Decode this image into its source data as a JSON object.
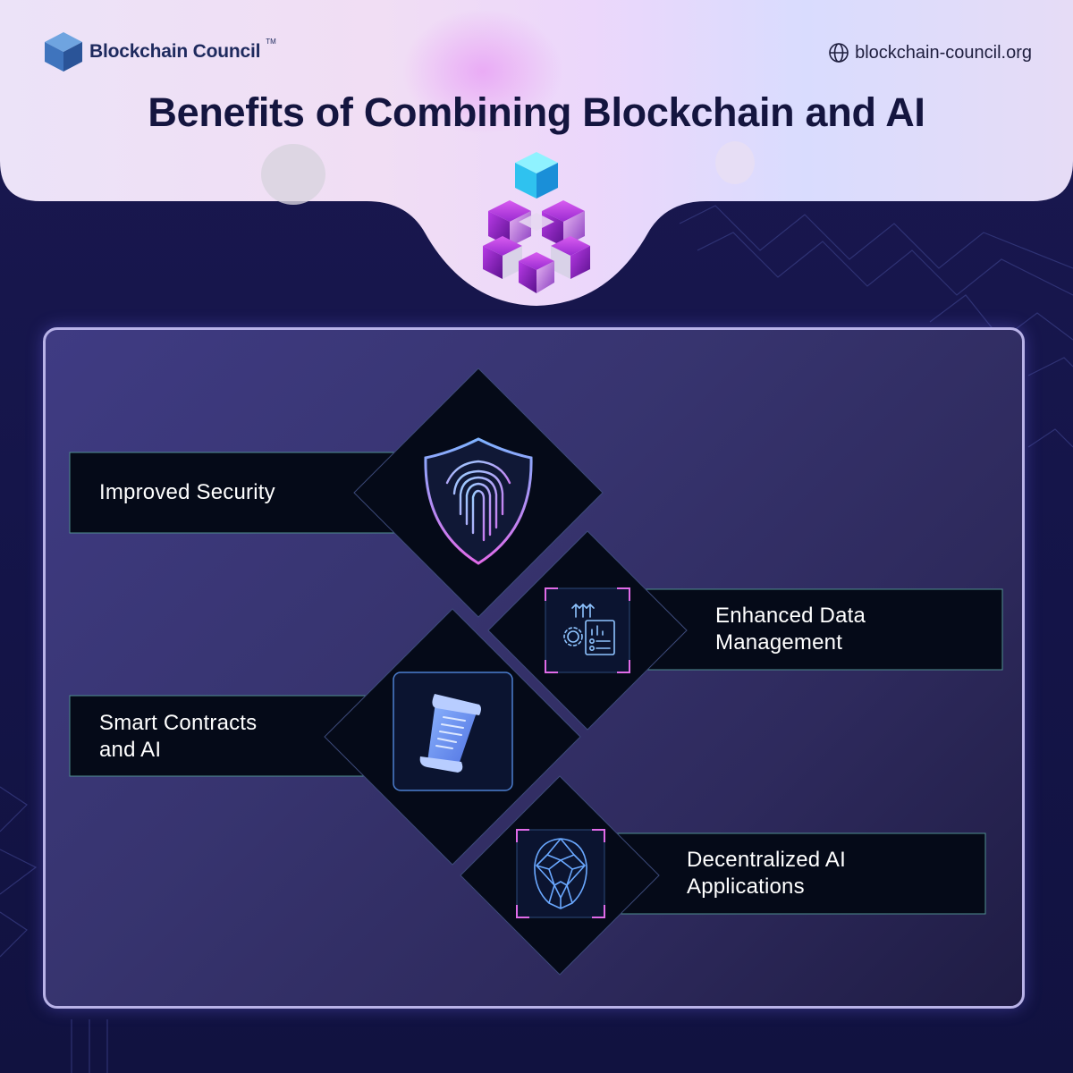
{
  "brand": {
    "name": "Blockchain Council",
    "trademark": "TM",
    "website": "blockchain-council.org"
  },
  "title": "Benefits of Combining Blockchain and AI",
  "benefits": [
    {
      "label": "Improved Security",
      "icon": "shield-fingerprint-icon"
    },
    {
      "label": "Enhanced Data Management",
      "line1": "Enhanced Data",
      "line2": "Management",
      "icon": "data-dashboard-icon"
    },
    {
      "label": "Smart Contracts and AI",
      "line1": "Smart Contracts",
      "line2": "and AI",
      "icon": "contract-scroll-icon"
    },
    {
      "label": "Decentralized AI Applications",
      "line1": "Decentralized AI",
      "line2": "Applications",
      "icon": "ai-face-icon"
    }
  ],
  "colors": {
    "title": "#14153f",
    "panel_border": "#b9b3e8",
    "card_fill": "#050a18",
    "card_border": "#4f8f8f",
    "accent_blue": "#6aa8ff",
    "accent_pink": "#e06be8"
  }
}
